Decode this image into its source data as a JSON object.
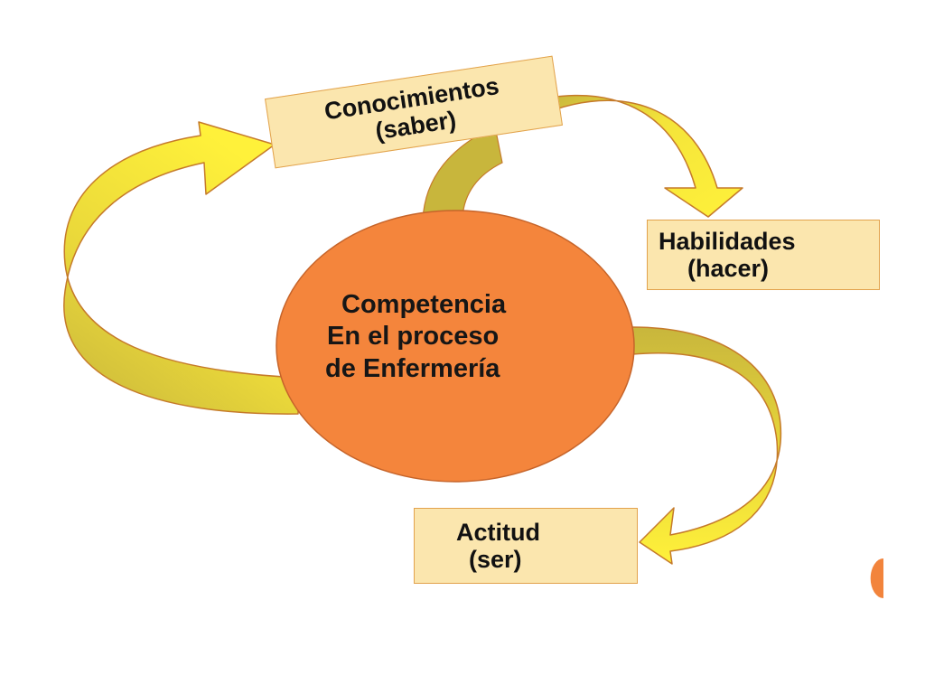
{
  "center": {
    "lines": [
      "Competencia",
      "En el proceso",
      "de Enfermería"
    ]
  },
  "nodes": {
    "conocimientos": {
      "line1": "Conocimientos",
      "line2": "(saber)"
    },
    "habilidades": {
      "line1": "Habilidades",
      "line2": "(hacer)"
    },
    "actitud": {
      "line1": "Actitud",
      "line2": "(ser)"
    }
  },
  "colors": {
    "circle_fill": "#f4853c",
    "circle_stroke": "#c6642a",
    "arrow_fill_yellow": "#fae93a",
    "arrow_fill_olive": "#c8b63c",
    "arrow_stroke": "#c57a2a",
    "box_fill": "#fbe6ae",
    "box_stroke": "#e2a24c",
    "corner_dot": "#f2843c"
  },
  "icons": {
    "arrow_left_loop": "curved-arrow-icon",
    "arrow_top_right": "curved-arrow-icon",
    "arrow_right_loop": "curved-arrow-icon",
    "corner_dot": "circle-dot-icon"
  }
}
